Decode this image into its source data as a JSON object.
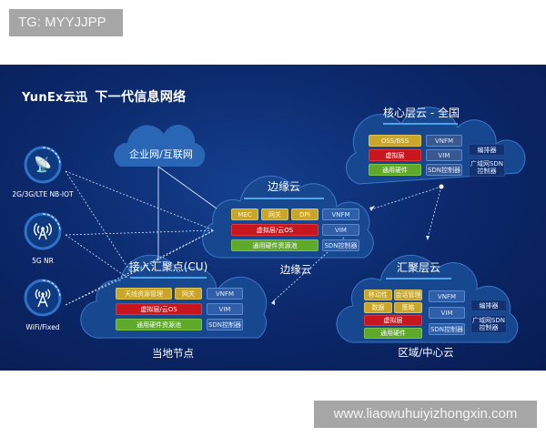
{
  "watermarks": {
    "top": "TG: MYYJJPP",
    "bottom": "www.liaowuhuiyizhongxin.com"
  },
  "header": {
    "logo": "YunEx云迅",
    "title": "下一代信息网络"
  },
  "access_nodes": [
    {
      "label": "2G/3G/LTE NB-IOT",
      "icon": "satellite-dish-icon"
    },
    {
      "label": "5G NR",
      "icon": "radio-tower-icon"
    },
    {
      "label": "WiFi/Fixed",
      "icon": "wifi-tower-icon"
    }
  ],
  "enterprise_cloud": {
    "label": "企业网/互联网"
  },
  "core_cloud": {
    "title": "核心层云 - 全国",
    "left_stack": [
      "OSS/BSS",
      "虚拟层",
      "通用硬件"
    ],
    "mano": [
      "VNFM",
      "VIM",
      "SDN控制器"
    ],
    "side": [
      "编排器",
      "广域网SDN控制器"
    ]
  },
  "edge_cloud": {
    "title": "边缘云",
    "apps": [
      "MEC",
      "网关",
      "DPI"
    ],
    "virt": "虚拟层/云OS",
    "hw": "通用硬件资源池",
    "mano": [
      "VNFM",
      "VIM",
      "SDN控制器"
    ],
    "caption": "边缘云"
  },
  "access_cloud": {
    "title": "接入汇聚点(CU)",
    "apps": [
      "天线资源管理",
      "网关"
    ],
    "virt": "虚拟层/云OS",
    "hw": "通用硬件资源池",
    "mano": [
      "VNFM",
      "VIM",
      "SDN控制器"
    ],
    "caption": "当地节点"
  },
  "aggregation_cloud": {
    "title": "汇聚层云",
    "apps": [
      "移动性",
      "会话管理",
      "数据",
      "策略"
    ],
    "virt": "虚拟层",
    "hw": "通用硬件",
    "mano": [
      "VNFM",
      "VIM",
      "SDN控制器"
    ],
    "side": [
      "编排器",
      "广域网SDN控制器"
    ],
    "caption": "区域/中心云"
  },
  "colors": {
    "panel_bg": "#0c2a6e",
    "cloud_fill": "#1a4f9c",
    "app_yellow": "#c9a62a",
    "virt_red": "#c8161e",
    "hw_green": "#5ea82a",
    "mano_blue": "#2f5fa8"
  }
}
